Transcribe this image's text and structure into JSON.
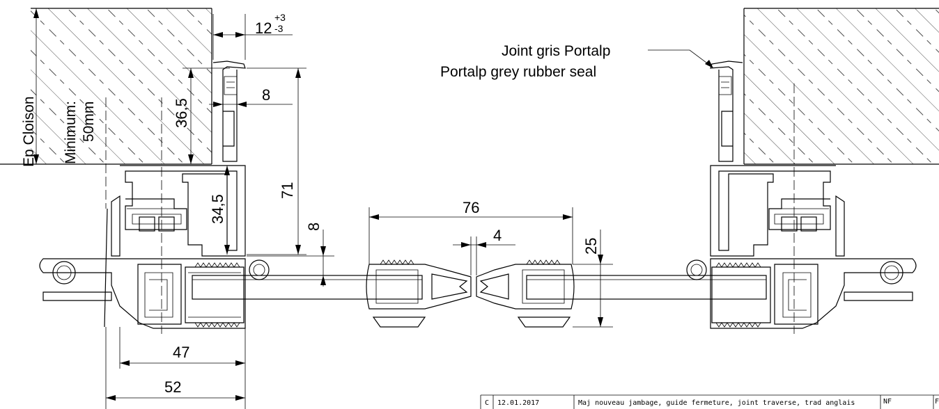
{
  "dimensions": {
    "tolerance_base": "12",
    "tolerance_plus": "+3",
    "tolerance_minus": "-3",
    "d_36_5": "36,5",
    "d_8_top": "8",
    "d_71": "71",
    "d_34_5": "34,5",
    "d_8_mid": "8",
    "d_76": "76",
    "d_4": "4",
    "d_25": "25",
    "d_47": "47",
    "d_52": "52"
  },
  "labels": {
    "ep_cloison": "Ep Cloison",
    "minimum": "Minimum:",
    "min_value": "50mm",
    "seal_fr": "Joint gris Portalp",
    "seal_en": "Portalp grey rubber seal"
  },
  "revision": {
    "index": "C",
    "date": "12.01.2017",
    "description": "Maj nouveau jambage, guide fermeture, joint traverse, trad anglais",
    "author": "NF",
    "extra": "F"
  }
}
